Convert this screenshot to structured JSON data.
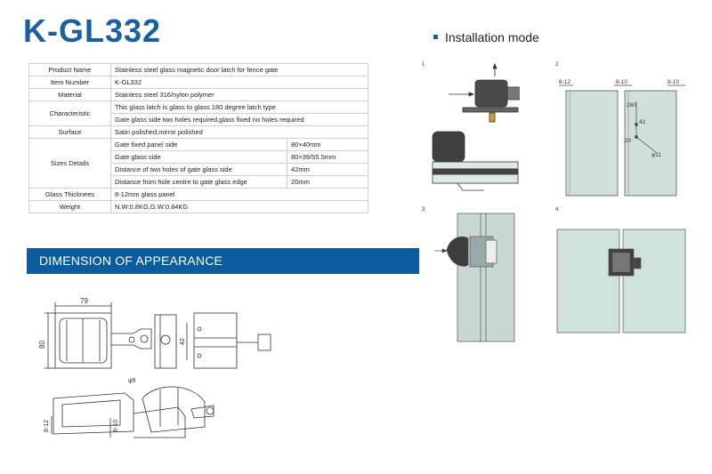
{
  "product": {
    "title": "K-GL332"
  },
  "installation": {
    "heading": "Installation mode",
    "steps": [
      "1",
      "2",
      "3",
      "4"
    ]
  },
  "spec_table": {
    "rows": {
      "product_name": {
        "label": "Product Name",
        "value": "Stainless   steel glass magnetic door latch for fence gate"
      },
      "item_number": {
        "label": "Item Number",
        "value": "K-GL332"
      },
      "material": {
        "label": "Material",
        "value": "Stainless steel 316/nylon polymer"
      },
      "characteristic": {
        "label": "Characteristic",
        "values": [
          "This glass latch is glass to glass 180 degree latch type",
          "Gate glass side two holes required,glass fixed no holes required"
        ]
      },
      "surface": {
        "label": "Surface",
        "value": "Satin polished,mirror polished"
      },
      "sizes": {
        "label": "Sizes Details",
        "items": [
          {
            "name": "Gate fixed panel side",
            "value": "80×40mm"
          },
          {
            "name": "Gate glass side",
            "value": "80×39/55.5mm"
          },
          {
            "name": "Distance of two holes of gate glass side",
            "value": "42mm"
          },
          {
            "name": "Distance from hole centre to gate glass edge",
            "value": "20mm"
          }
        ]
      },
      "glass_thickness": {
        "label": "Glass Thicknees",
        "value": "8-12mm glass panel"
      },
      "weight": {
        "label": "Weight",
        "value": "N.W:0.8KG,G.W:0.84KG"
      }
    }
  },
  "dimension_banner": "DIMENSION OF APPEARANCE",
  "dimensions": {
    "width": "79",
    "height": "80",
    "hole_spacing": "42",
    "hole_dia": "φ9",
    "glass": "8-12",
    "glass2": "8-10"
  },
  "install_dims": {
    "gap_left": "8-12",
    "gap_mid": "8-10",
    "gap_right": "8-10",
    "d260": "260",
    "d42": "42",
    "d20": "20",
    "hole": "φ11"
  }
}
